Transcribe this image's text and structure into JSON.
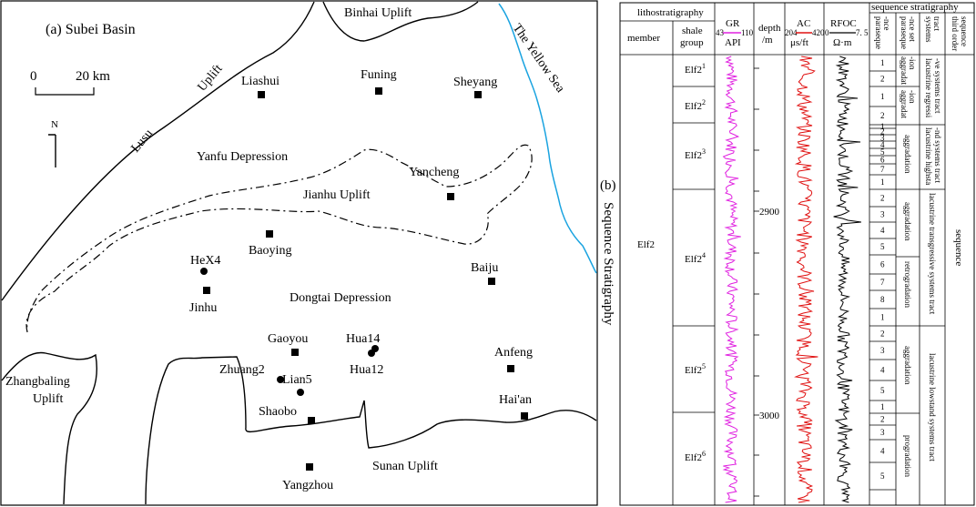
{
  "map": {
    "title": "(a) Subei Basin",
    "scale_zero": "0",
    "scale_label": "20 km",
    "north": "N",
    "regions": {
      "binhai": "Binhai Uplift",
      "yellow_sea": "The Yellow Sea",
      "lusu": "Lusu",
      "uplift": "Uplift",
      "yanfu": "Yanfu Depression",
      "jianhu": "Jianhu Uplift",
      "dongtai": "Dongtai Depression",
      "zhangbaling_1": "Zhangbaling",
      "zhangbaling_2": "Uplift",
      "sunan": "Sunan Uplift"
    },
    "cities": {
      "liashui": "Liashui",
      "funing": "Funing",
      "sheyang": "Sheyang",
      "yancheng": "Yancheng",
      "baoying": "Baoying",
      "baiju": "Baiju",
      "jinhu": "Jinhu",
      "gaoyou": "Gaoyou",
      "anfeng": "Anfeng",
      "shaobo": "Shaobo",
      "haian": "Hai'an",
      "yangzhou": "Yangzhou"
    },
    "wells": {
      "hex4": "HeX4",
      "hua14": "Hua14",
      "hua12": "Hua12",
      "zhuang2": "Zhuang2",
      "lian5": "Lian5"
    },
    "colors": {
      "coast": "#1aa3e0",
      "lines": "#000000"
    }
  },
  "column": {
    "side_label": "(b)",
    "side_title": "Sequence Stratigraphy",
    "header": {
      "litho": "lithostratigraphy",
      "member": "member",
      "shale_1": "shale",
      "shale_2": "group",
      "gr_name": "GR",
      "gr_unit": "API",
      "gr_min": "43",
      "gr_max": "110",
      "depth_1": "depth",
      "depth_2": "/m",
      "ac_name": "AC",
      "ac_unit": "μs/ft",
      "ac_min": "204",
      "ac_max": "420",
      "rfoc_name": "RFOC",
      "rfoc_unit": "Ω·m",
      "rfoc_min": "0",
      "rfoc_max": "7. 5",
      "seq_strat": "sequence stratigraphy",
      "paraseq_1": "paraseque",
      "paraseq_2": "-nce",
      "paraseq_set_1": "paraseque",
      "paraseq_set_2": "-nce set",
      "systems_1": "systems",
      "systems_2": "tract",
      "third_1": "third order",
      "third_2": "sequence"
    },
    "member_label": "Elf2",
    "shale_groups": [
      "Elf2",
      "Elf2",
      "Elf2",
      "Elf2",
      "Elf2",
      "Elf2"
    ],
    "shale_sups": [
      "1",
      "2",
      "3",
      "4",
      "5",
      "6"
    ],
    "depth_ticks": [
      "2900",
      "3000"
    ],
    "parasequences": [
      "1",
      "2",
      "1",
      "2",
      "1",
      "2",
      "3",
      "4",
      "5",
      "6",
      "7",
      "1",
      "2",
      "3",
      "4",
      "5",
      "6",
      "7",
      "8",
      "1",
      "2",
      "3",
      "4",
      "5",
      "1",
      "2",
      "3",
      "4",
      "5"
    ],
    "paraseq_sets": [
      {
        "l1": "aggradat",
        "l2": "-ion"
      },
      {
        "l1": "aggradat",
        "l2": "-ion"
      },
      {
        "l1": "aggradation",
        "l2": ""
      },
      {
        "l1": "aggradation",
        "l2": ""
      },
      {
        "l1": "retrogradation",
        "l2": ""
      },
      {
        "l1": "aggradation",
        "l2": ""
      },
      {
        "l1": "progradation",
        "l2": ""
      }
    ],
    "systems_tracts": [
      {
        "l1": "lacustrine regressi",
        "l2": "-ve systems tract"
      },
      {
        "l1": "lacustrine highsta",
        "l2": "-nd systems tract"
      },
      {
        "l1": "lacustrine transgressive systems tract",
        "l2": ""
      },
      {
        "l1": "lacustrine lowstand systems tract",
        "l2": ""
      }
    ],
    "third_order": "sequence",
    "colors": {
      "gr": "#e020e0",
      "ac": "#e01010",
      "rfoc": "#000000"
    }
  }
}
